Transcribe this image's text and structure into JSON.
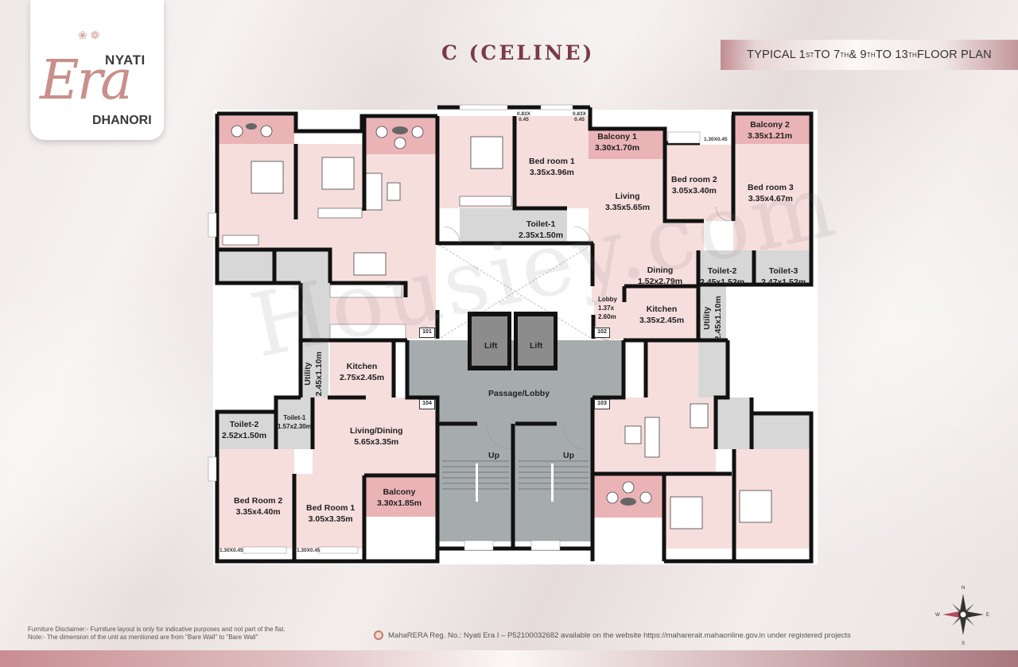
{
  "brand": {
    "name_top": "NYATI",
    "name_script": "Era",
    "location": "DHANORI"
  },
  "header": {
    "plan_title": "C (CELINE)",
    "floor_banner": {
      "prefix": "TYPICAL 1",
      "sup1": "ST",
      "mid1": " TO 7",
      "sup2": "TH",
      "mid2": " & 9",
      "sup3": "TH",
      "mid3": " TO 13",
      "sup4": "TH",
      "suffix": " FLOOR PLAN"
    }
  },
  "colors": {
    "room_pink": "#f6dedd",
    "balcony_pink": "#eab3b6",
    "toilet_grey": "#d7d7d7",
    "lobby_grey": "#a6abae",
    "lift_grey": "#8c8c8c",
    "wall": "#111111",
    "title_maroon": "#7a3a48"
  },
  "units": {
    "u101": {
      "tag": "101"
    },
    "u102": {
      "tag": "102",
      "rooms": {
        "bedroom1": {
          "name": "Bed room 1",
          "size": "3.35x3.96m"
        },
        "balcony1": {
          "name": "Balcony 1",
          "size": "3.30x1.70m"
        },
        "bedroom2": {
          "name": "Bed room 2",
          "size": "3.05x3.40m"
        },
        "balcony2": {
          "name": "Balcony 2",
          "size": "3.35x1.21m"
        },
        "bedroom3": {
          "name": "Bed room 3",
          "size": "3.35x4.67m"
        },
        "living": {
          "name": "Living",
          "size": "3.35x5.65m"
        },
        "toilet1": {
          "name": "Toilet-1",
          "size": "2.35x1.50m"
        },
        "dining": {
          "name": "Dining",
          "size": "1.52x2.79m"
        },
        "toilet2": {
          "name": "Toilet-2",
          "size": "2.45x1.52m"
        },
        "toilet3": {
          "name": "Toilet-3",
          "size": "2.47x1.52m"
        },
        "lobby": {
          "name": "Lobby",
          "size_a": "1.37x",
          "size_b": "2.60m"
        },
        "kitchen": {
          "name": "Kitchen",
          "size": "3.35x2.45m"
        },
        "utility": {
          "name": "Utility",
          "size": "2.45x1.10m"
        }
      },
      "window_tags": {
        "w1_a": "0.83X",
        "w1_b": "0.45",
        "w2_a": "0.83X",
        "w2_b": "0.45",
        "w3": "1.30X0.45"
      }
    },
    "u103": {
      "tag": "103"
    },
    "u104": {
      "tag": "104",
      "rooms": {
        "utility": {
          "name": "Utility",
          "size": "2.45x1.10m"
        },
        "kitchen": {
          "name": "Kitchen",
          "size": "2.75x2.45m"
        },
        "toilet2": {
          "name": "Toilet-2",
          "size": "2.52x1.50m"
        },
        "toilet1": {
          "name": "Toilet-1",
          "size": "1.57x2.30m"
        },
        "living_dining": {
          "name": "Living/Dining",
          "size": "5.65x3.35m"
        },
        "bedroom2": {
          "name": "Bed Room 2",
          "size": "3.35x4.40m"
        },
        "bedroom1": {
          "name": "Bed Room 1",
          "size": "3.05x3.35m"
        },
        "balcony": {
          "name": "Balcony",
          "size": "3.30x1.85m"
        }
      },
      "window_tags": {
        "w1": "1.30X0.45",
        "w2": "1.30X0.45"
      }
    }
  },
  "core": {
    "lift1": "Lift",
    "lift2": "Lift",
    "passage": "Passage/Lobby",
    "stair1": "Up",
    "stair2": "Up"
  },
  "watermark": "Housiey.com",
  "footer": {
    "disclaimer_line1": "Furniture Disclaimer:- Furniture layout is only for indicative purposes and not part of the flat.",
    "disclaimer_line2": "Note:- The dimension of the unit as mentioned are from \"Bare Wall\" to \"Bare Wall\"",
    "rera_text": "MahaRERA Reg. No.: Nyati Era I – P52100032682 available on the website https://maharerait.mahaonline.gov.in under registered projects"
  },
  "compass": {
    "n": "N",
    "s": "S",
    "e": "E",
    "w": "W"
  }
}
